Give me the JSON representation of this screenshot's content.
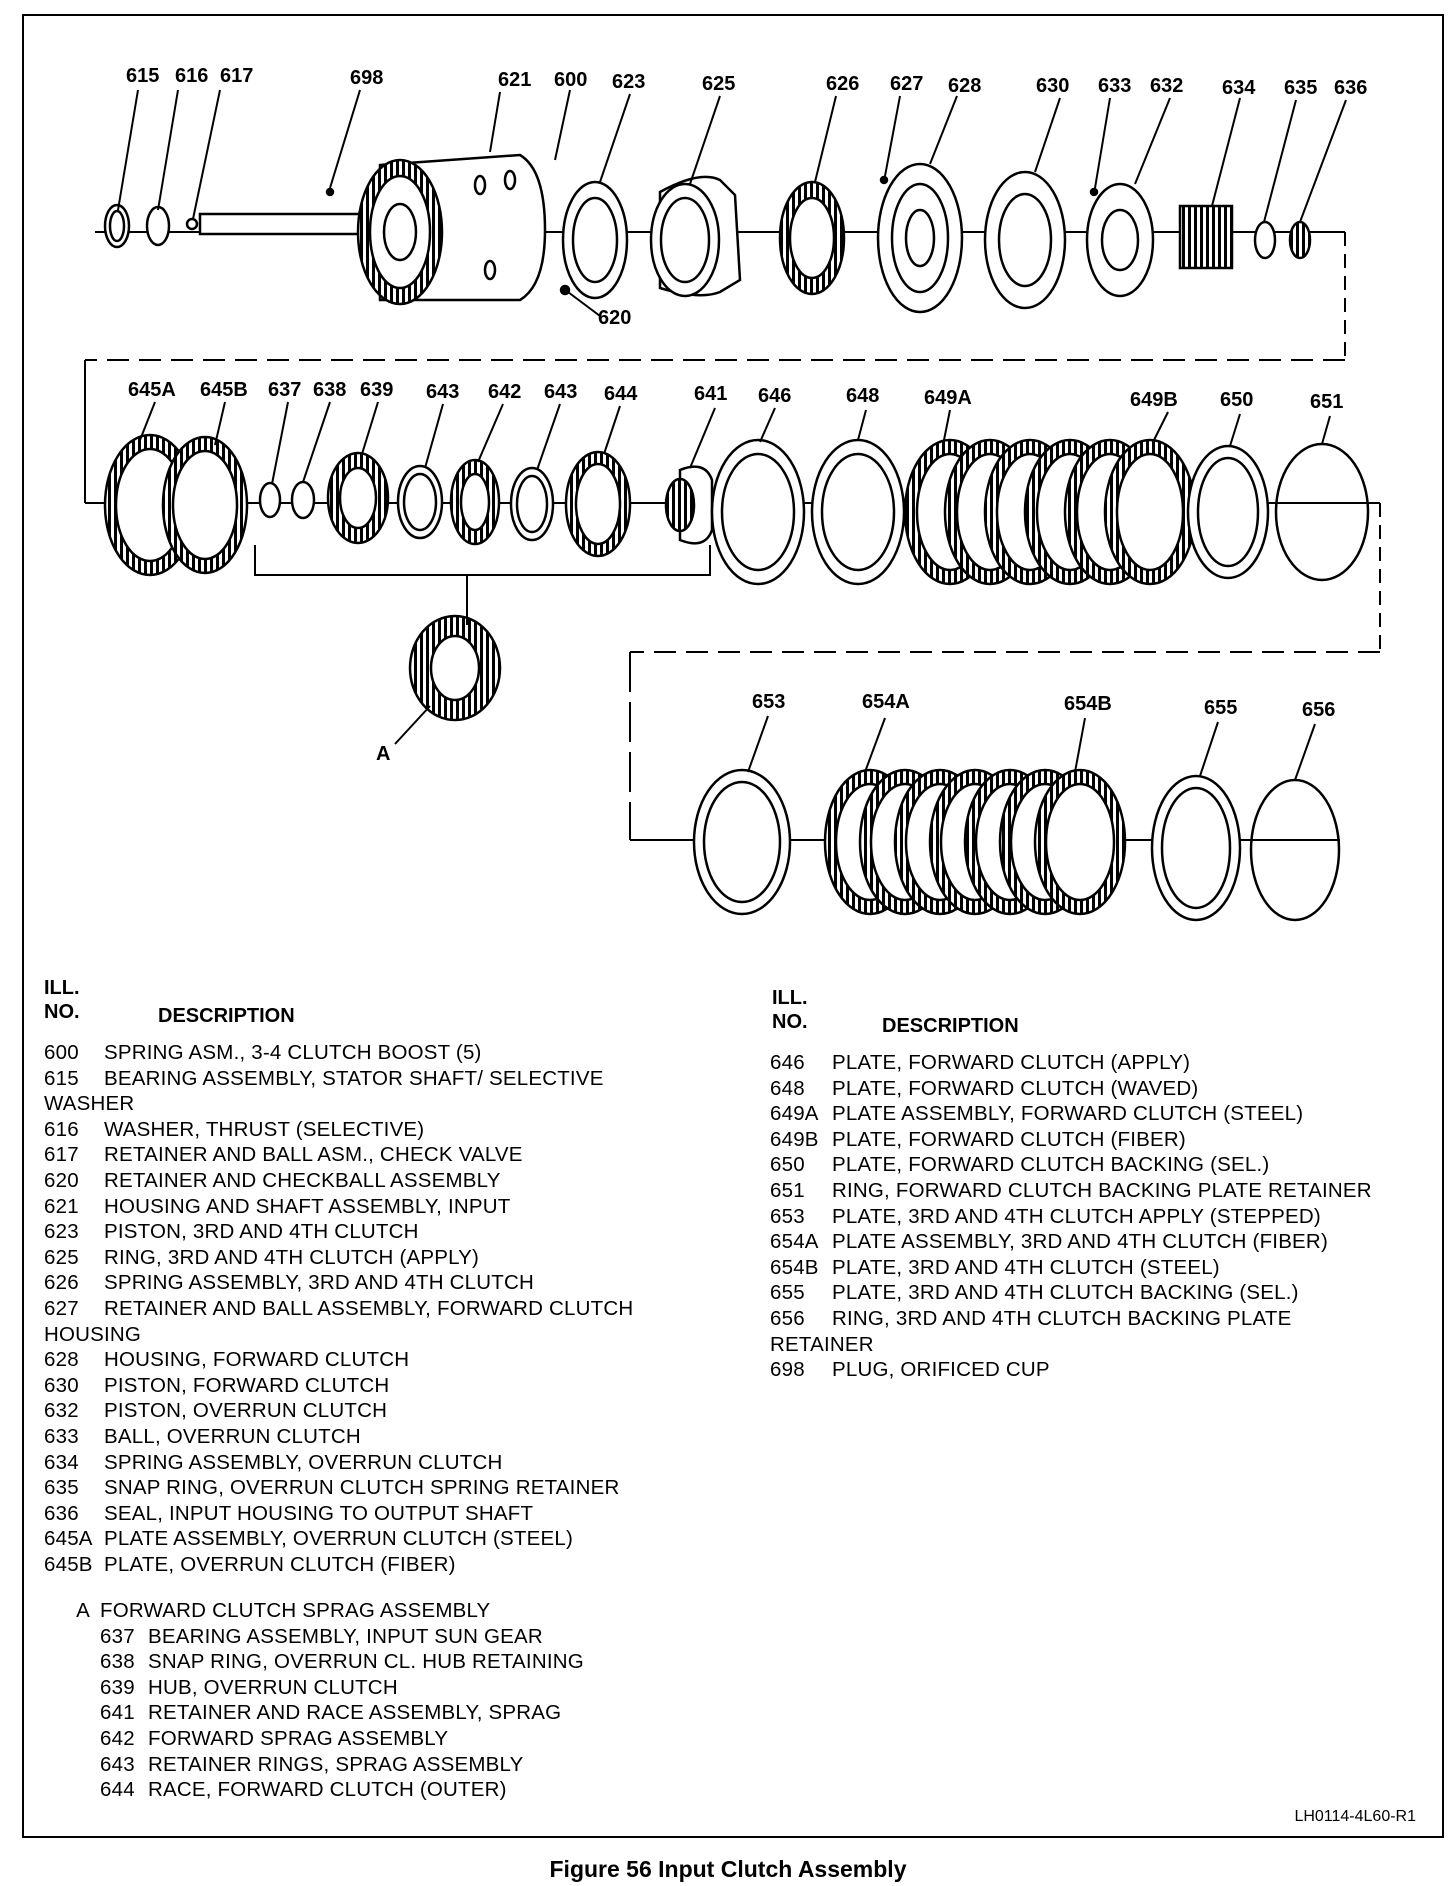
{
  "callouts_row1": [
    "615",
    "616",
    "617",
    "698",
    "621",
    "600",
    "623",
    "625",
    "626",
    "627",
    "628",
    "630",
    "633",
    "632",
    "634",
    "635",
    "636",
    "620"
  ],
  "callouts_row2": [
    "645A",
    "645B",
    "637",
    "638",
    "639",
    "643",
    "642",
    "643",
    "644",
    "641",
    "646",
    "648",
    "649A",
    "649B",
    "650",
    "651"
  ],
  "callouts_row3": [
    "653",
    "654A",
    "654B",
    "655",
    "656"
  ],
  "callout_a": "A",
  "table_headers": {
    "ill_line1": "ILL.",
    "ill_line2": "NO.",
    "description": "DESCRIPTION"
  },
  "left_items": [
    {
      "no": "600",
      "desc": "SPRING ASM., 3-4 CLUTCH BOOST (5)"
    },
    {
      "no": "615",
      "desc": "BEARING ASSEMBLY, STATOR SHAFT/ SELECTIVE",
      "cont": "WASHER"
    },
    {
      "no": "616",
      "desc": "WASHER, THRUST (SELECTIVE)"
    },
    {
      "no": "617",
      "desc": "RETAINER AND BALL ASM., CHECK VALVE"
    },
    {
      "no": "620",
      "desc": "RETAINER AND CHECKBALL ASSEMBLY"
    },
    {
      "no": "621",
      "desc": "HOUSING AND SHAFT ASSEMBLY, INPUT"
    },
    {
      "no": "623",
      "desc": "PISTON, 3RD AND 4TH CLUTCH"
    },
    {
      "no": "625",
      "desc": "RING, 3RD AND 4TH CLUTCH (APPLY)"
    },
    {
      "no": "626",
      "desc": "SPRING ASSEMBLY, 3RD AND 4TH CLUTCH"
    },
    {
      "no": "627",
      "desc": "RETAINER AND BALL ASSEMBLY, FORWARD CLUTCH",
      "cont": "HOUSING"
    },
    {
      "no": "628",
      "desc": "HOUSING, FORWARD CLUTCH"
    },
    {
      "no": "630",
      "desc": "PISTON, FORWARD CLUTCH"
    },
    {
      "no": "632",
      "desc": "PISTON, OVERRUN CLUTCH"
    },
    {
      "no": "633",
      "desc": "BALL, OVERRUN CLUTCH"
    },
    {
      "no": "634",
      "desc": "SPRING ASSEMBLY, OVERRUN CLUTCH"
    },
    {
      "no": "635",
      "desc": "SNAP RING, OVERRUN CLUTCH SPRING RETAINER"
    },
    {
      "no": "636",
      "desc": "SEAL, INPUT HOUSING TO OUTPUT SHAFT"
    },
    {
      "no": "645A",
      "desc": "PLATE ASSEMBLY, OVERRUN CLUTCH (STEEL)"
    },
    {
      "no": "645B",
      "desc": "PLATE, OVERRUN CLUTCH (FIBER)"
    }
  ],
  "sprag_group": {
    "no": "A",
    "desc": "FORWARD CLUTCH SPRAG ASSEMBLY"
  },
  "sprag_items": [
    {
      "no": "637",
      "desc": "BEARING ASSEMBLY, INPUT SUN GEAR"
    },
    {
      "no": "638",
      "desc": "SNAP RING, OVERRUN CL. HUB RETAINING"
    },
    {
      "no": "639",
      "desc": "HUB, OVERRUN CLUTCH"
    },
    {
      "no": "641",
      "desc": "RETAINER AND RACE ASSEMBLY, SPRAG"
    },
    {
      "no": "642",
      "desc": "FORWARD SPRAG ASSEMBLY"
    },
    {
      "no": "643",
      "desc": "RETAINER RINGS, SPRAG ASSEMBLY"
    },
    {
      "no": "644",
      "desc": "RACE, FORWARD CLUTCH (OUTER)"
    }
  ],
  "right_items": [
    {
      "no": "646",
      "desc": "PLATE, FORWARD CLUTCH (APPLY)"
    },
    {
      "no": "648",
      "desc": "PLATE, FORWARD CLUTCH (WAVED)"
    },
    {
      "no": "649A",
      "desc": "PLATE ASSEMBLY, FORWARD CLUTCH (STEEL)"
    },
    {
      "no": "649B",
      "desc": "PLATE, FORWARD CLUTCH (FIBER)"
    },
    {
      "no": "650",
      "desc": "PLATE, FORWARD CLUTCH BACKING (SEL.)"
    },
    {
      "no": "651",
      "desc": "RING, FORWARD CLUTCH BACKING PLATE RETAINER"
    },
    {
      "no": "653",
      "desc": "PLATE, 3RD AND 4TH CLUTCH APPLY (STEPPED)"
    },
    {
      "no": "654A",
      "desc": "PLATE ASSEMBLY, 3RD AND 4TH CLUTCH (FIBER)"
    },
    {
      "no": "654B",
      "desc": "PLATE, 3RD AND 4TH CLUTCH (STEEL)"
    },
    {
      "no": "655",
      "desc": "PLATE, 3RD AND 4TH CLUTCH BACKING (SEL.)"
    },
    {
      "no": "656",
      "desc": "RING, 3RD AND 4TH CLUTCH BACKING PLATE",
      "cont": "RETAINER"
    },
    {
      "no": "698",
      "desc": "PLUG, ORIFICED CUP"
    }
  ],
  "drawing_id": "LH0114-4L60-R1",
  "caption": "Figure 56 Input Clutch Assembly"
}
